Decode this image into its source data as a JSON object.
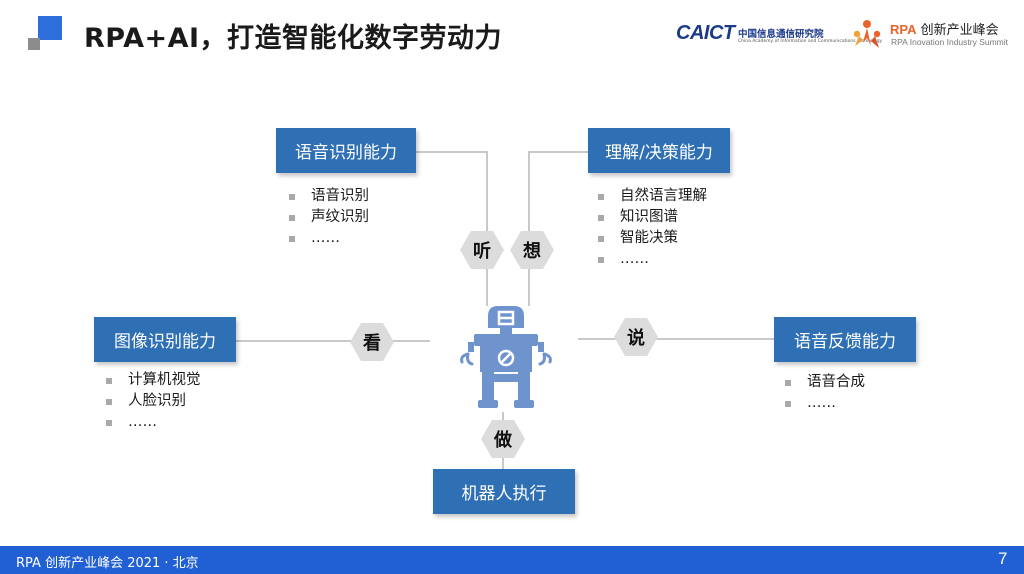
{
  "header": {
    "title": "RPA+AI，打造智能化数字劳动力",
    "caict": {
      "brand": "CAICT",
      "name_cn": "中国信息通信研究院",
      "name_en": "China Academy of Information and Communications Technology"
    },
    "summit": {
      "rpa": "RPA",
      "name_cn": "创新产业峰会",
      "name_en": "RPA Inovation Industry Summit"
    }
  },
  "capabilities": {
    "speech_recognition": {
      "title": "语音识别能力",
      "items": [
        "语音识别",
        "声纹识别",
        "……"
      ]
    },
    "understanding": {
      "title": "理解/决策能力",
      "items": [
        "自然语言理解",
        "知识图谱",
        "智能决策",
        "……"
      ]
    },
    "image_recognition": {
      "title": "图像识别能力",
      "items": [
        "计算机视觉",
        "人脸识别",
        "……"
      ]
    },
    "speech_feedback": {
      "title": "语音反馈能力",
      "items": [
        "语音合成",
        "……"
      ]
    },
    "robot_execution": {
      "title": "机器人执行"
    }
  },
  "actions": {
    "listen": "听",
    "think": "想",
    "see": "看",
    "speak": "说",
    "do": "做"
  },
  "colors": {
    "box_blue": "#2f6fb4",
    "brand_blue": "#2f6fdc",
    "footer_blue": "#2160d4",
    "robot_blue": "#6f93cd",
    "hex_gray": "#dcdcdc"
  },
  "footer": {
    "text": "RPA 创新产业峰会 2021 · 北京",
    "page_number": "7"
  }
}
